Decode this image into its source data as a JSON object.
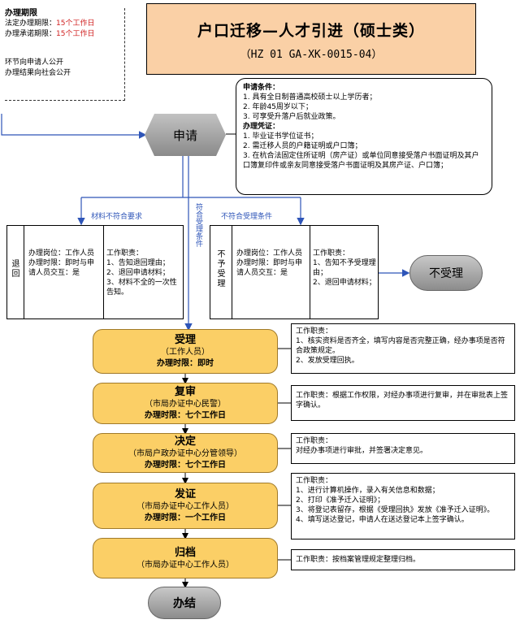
{
  "info": {
    "heading": "办理期限",
    "legal_prefix": "法定办理期限：",
    "legal_value": "15个工作日",
    "promise_prefix": "办理承诺期限：",
    "promise_value": "15个工作日",
    "public1": "环节向申请人公开",
    "public2": "办理结果向社会公开"
  },
  "title": {
    "main": "户口迁移—人才引进（硕士类）",
    "code": "（HZ 01 GA-XK-0015-04）"
  },
  "conditions": {
    "h1": "申请条件：",
    "c1": "1. 具有全日制普通高校硕士以上学历者；",
    "c2": "2. 年龄45周岁以下；",
    "c3": "3. 可享受升落户后就业政策。",
    "h2": "办理凭证：",
    "d1": "1. 毕业证书学位证书；",
    "d2": "2. 需迁移人员的户籍证明或户口簿；",
    "d3": "3. 在杭合法固定住所证明（房产证）或单位同意接受落户书面证明及其户口簿复印件或亲友同意接受落户书面证明及其房产证、户口簿；"
  },
  "apply": "申请",
  "branch_labels": {
    "material": "材料不符合要求",
    "accept_ok": "符合受理条件",
    "not_ok": "不符合受理条件"
  },
  "return_box": {
    "side": "退回",
    "post": "办理岗位：工作人员\n办理时限：即时与申请人员交互：是",
    "duty": "工作职责：\n1、告知退回理由；\n2、退回申请材料；\n3、材料不全的一次性告知。"
  },
  "reject_box": {
    "side": "不予受理",
    "post": "办理岗位：工作人员\n办理时限：即时与申请人员交互：是",
    "duty": "工作职责：\n1、告知不予受理理由；\n2、退回申请材料；"
  },
  "not_accept": "不受理",
  "steps": [
    {
      "name": "受理",
      "role": "（工作人员）",
      "time": "办理时限：即时"
    },
    {
      "name": "复审",
      "role": "（市局办证中心民警）",
      "time": "办理时限：七个工作日"
    },
    {
      "name": "决定",
      "role": "（市局户政办证中心分管领导）",
      "time": "办理时限：七个工作日"
    },
    {
      "name": "发证",
      "role": "（市局办证中心工作人员）",
      "time": "办理时限：一个工作日"
    },
    {
      "name": "归档",
      "role": "（市局办证中心工作人员）",
      "time": ""
    }
  ],
  "duties": [
    "工作职责：\n1、核实资料是否齐全，填写内容是否完整正确，经办事项是否符合政策规定。\n2、发放受理回执。",
    "工作职责：根据工作权限，对经办事项进行复审，并在审批表上签字确认。",
    "工作职责：\n对经办事项进行审批，并签署决定意见。",
    "工作职责：\n1、进行计算机操作，录入有关信息和数据；\n2、打印《准予迁入证明》；\n3、将登记表留存，根据《受理回执》发放《准予迁入证明》。\n4、填写送达登记，申请人在送达登记本上签字确认。",
    "工作职责：按档案管理规定整理归档。"
  ],
  "end": "办结"
}
